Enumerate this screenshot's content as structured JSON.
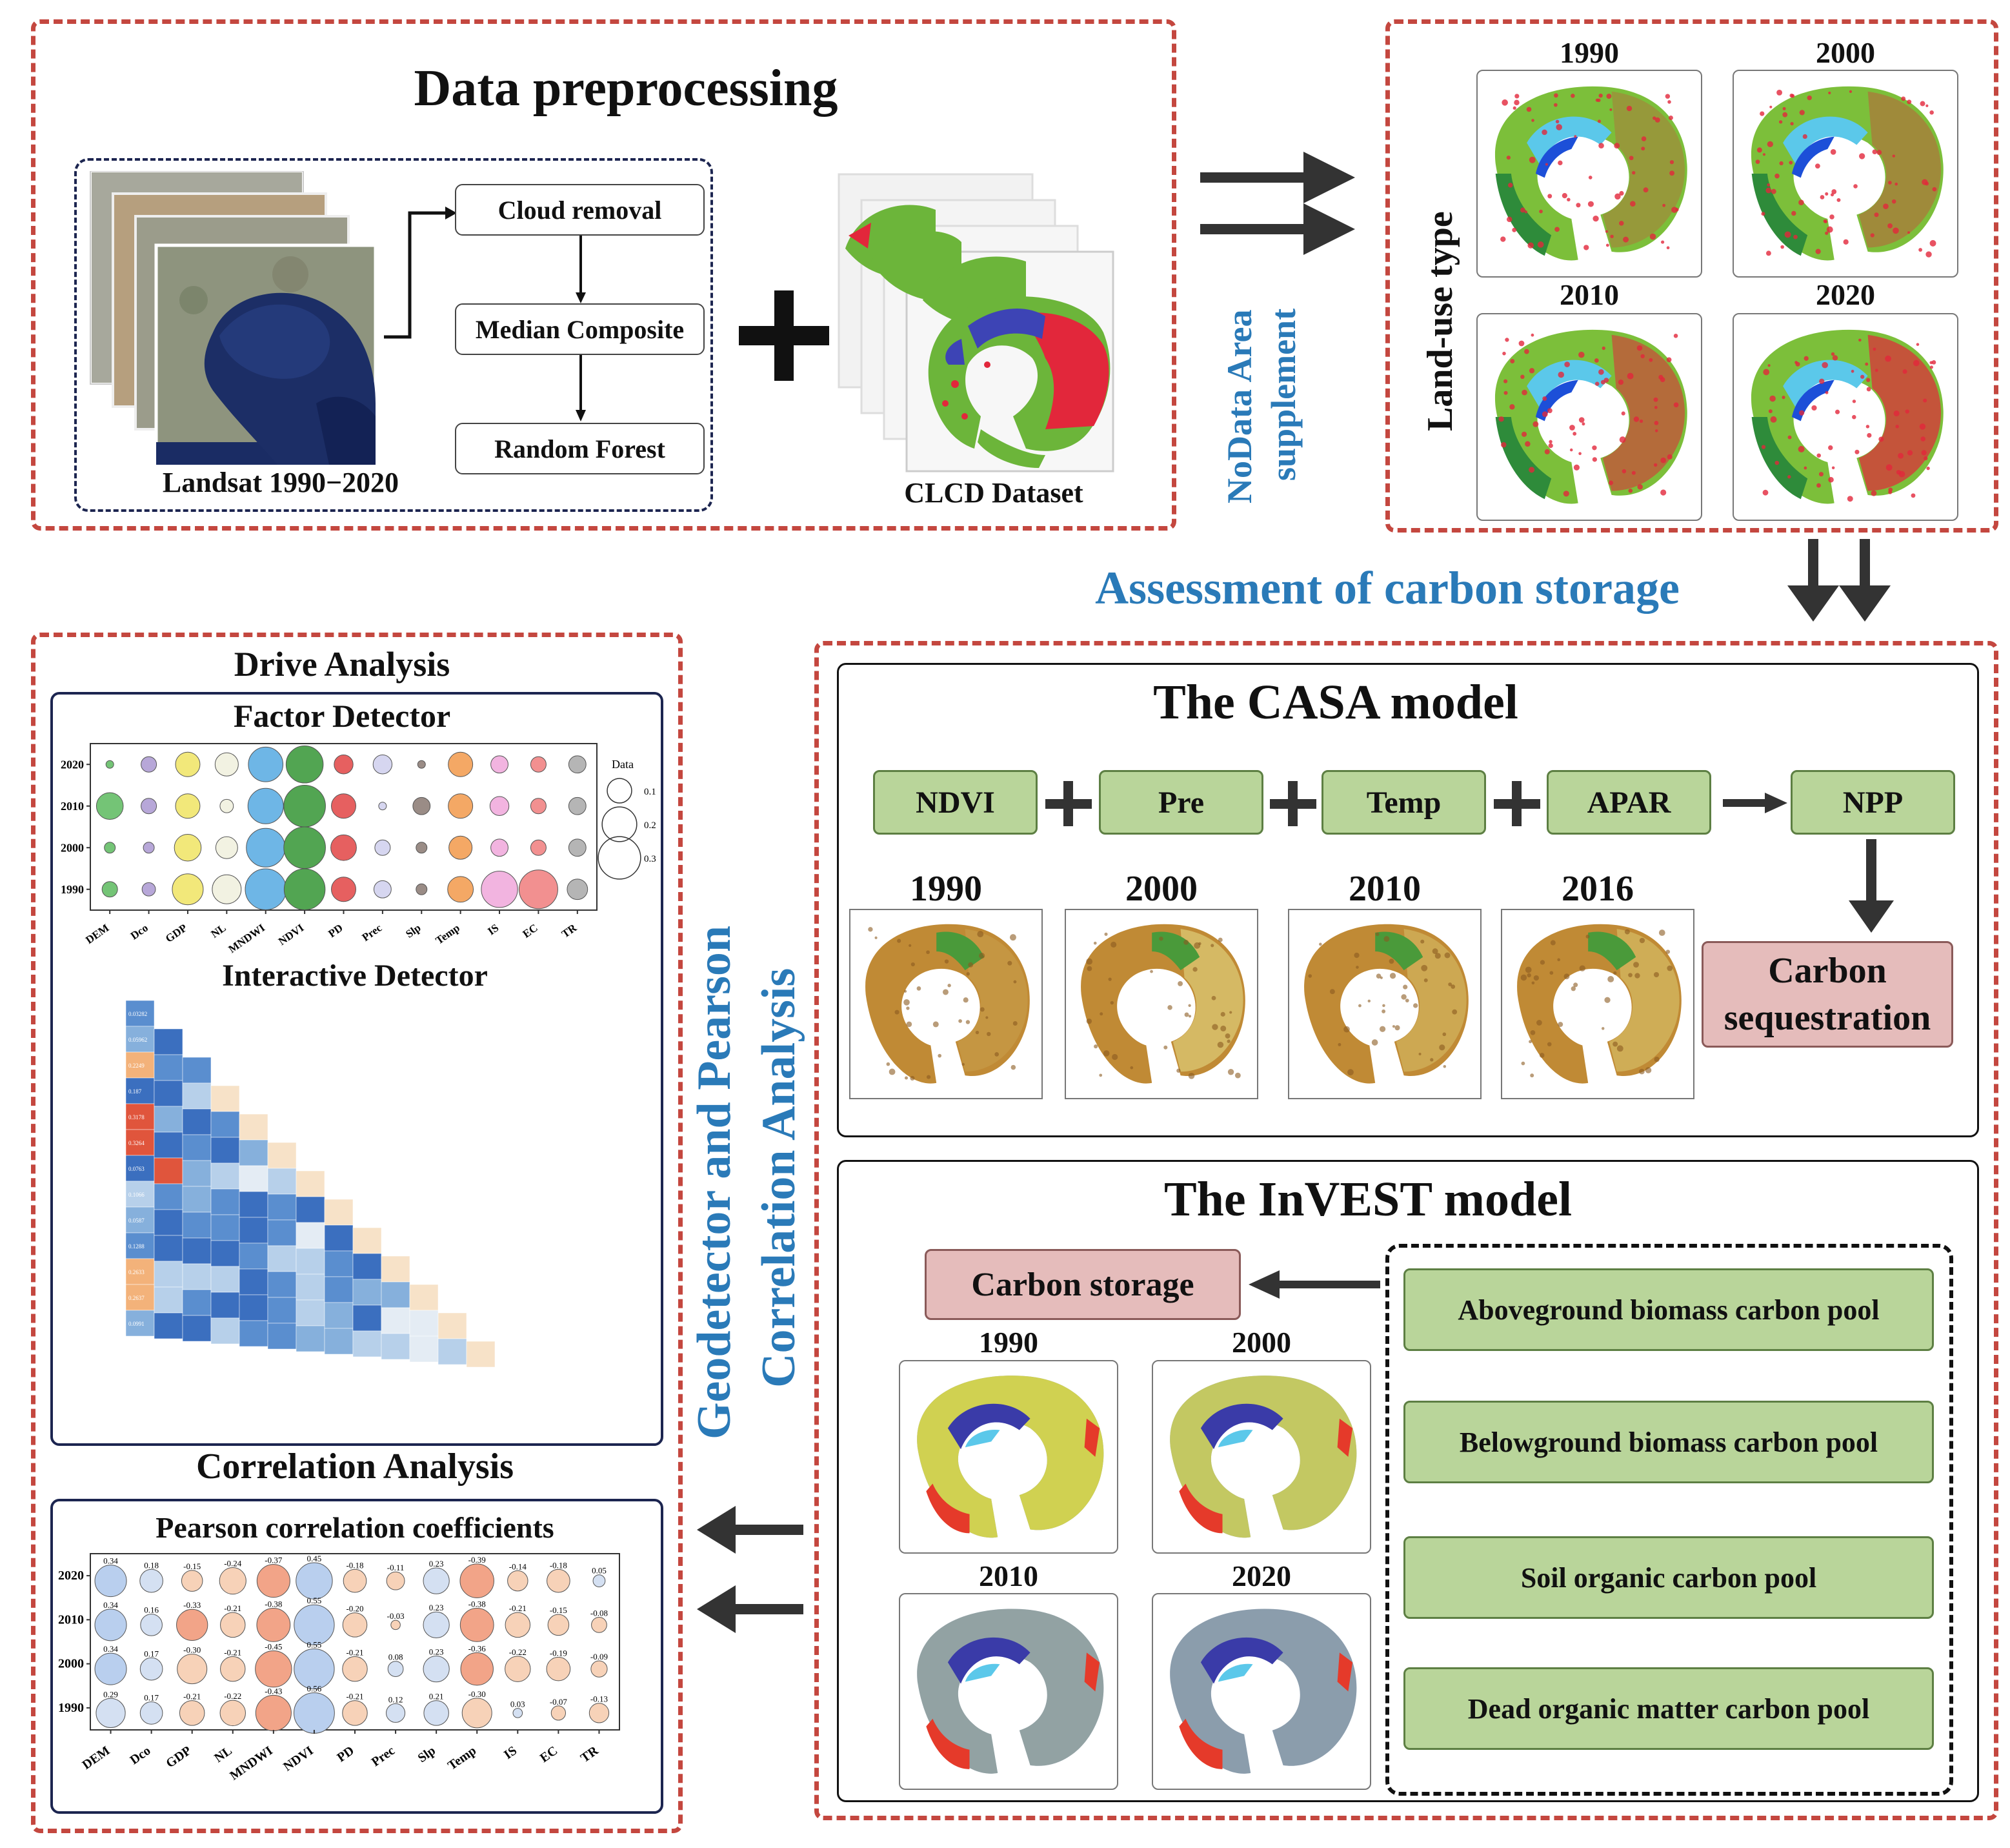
{
  "preprocessing": {
    "title": "Data preprocessing",
    "landsat_label": "Landsat 1990−2020",
    "steps": [
      "Cloud removal",
      "Median Composite",
      "Random Forest"
    ],
    "plus": "+",
    "clcd_label": "CLCD Dataset"
  },
  "nodata_label_line1": "NoData Area",
  "nodata_label_line2": "supplement",
  "landuse": {
    "axis_label": "Land-use type",
    "years": [
      "1990",
      "2000",
      "2010",
      "2020"
    ]
  },
  "assessment_label": "Assessment of carbon storage",
  "casa": {
    "title": "The CASA model",
    "inputs": [
      "NDVI",
      "Pre",
      "Temp",
      "APAR"
    ],
    "output": "NPP",
    "result_line1": "Carbon",
    "result_line2": "sequestration",
    "years": [
      "1990",
      "2000",
      "2010",
      "2016"
    ]
  },
  "invest": {
    "title": "The InVEST model",
    "storage_label": "Carbon storage",
    "pools": [
      "Aboveground biomass carbon pool",
      "Belowground biomass carbon pool",
      "Soil organic carbon pool",
      "Dead organic matter carbon pool"
    ],
    "years": [
      "1990",
      "2000",
      "2010",
      "2020"
    ]
  },
  "geo_label_line1": "Geodetector and Pearson",
  "geo_label_line2": "Correlation Analysis",
  "drive": {
    "title": "Drive Analysis",
    "factor_title": "Factor Detector",
    "legend_title": "Data",
    "legend_values": [
      "0.1",
      "0.2",
      "0.3"
    ],
    "interactive_title": "Interactive Detector",
    "interactive_first_cells": [
      "0.03282",
      "0.05962",
      "0.2249",
      "0.187",
      "0.3178",
      "0.3264",
      "0.0763",
      "0.1066",
      "0.0587",
      "0.1288",
      "0.2633",
      "0.2637",
      "0.0991"
    ]
  },
  "correlation": {
    "title": "Correlation Analysis",
    "pearson_title": "Pearson correlation coefficients"
  },
  "factors": [
    "DEM",
    "Dco",
    "GDP",
    "NL",
    "MNDWI",
    "NDVI",
    "PD",
    "Prec",
    "Slp",
    "Temp",
    "IS",
    "EC",
    "TR"
  ],
  "chart_data": [
    {
      "type": "scatter",
      "title": "Factor Detector",
      "categories": [
        "DEM",
        "Dco",
        "GDP",
        "NL",
        "MNDWI",
        "NDVI",
        "PD",
        "Prec",
        "Slp",
        "Temp",
        "IS",
        "EC",
        "TR"
      ],
      "rows": [
        "2020",
        "2010",
        "2000",
        "1990"
      ],
      "values": [
        [
          0.01,
          0.04,
          0.1,
          0.09,
          0.2,
          0.23,
          0.06,
          0.06,
          0.01,
          0.1,
          0.05,
          0.04,
          0.05
        ],
        [
          0.12,
          0.04,
          0.1,
          0.03,
          0.21,
          0.29,
          0.1,
          0.01,
          0.05,
          0.1,
          0.06,
          0.04,
          0.05
        ],
        [
          0.02,
          0.02,
          0.12,
          0.08,
          0.25,
          0.29,
          0.11,
          0.04,
          0.02,
          0.09,
          0.05,
          0.04,
          0.05
        ],
        [
          0.04,
          0.03,
          0.16,
          0.14,
          0.28,
          0.28,
          0.1,
          0.05,
          0.02,
          0.11,
          0.22,
          0.25,
          0.07
        ]
      ],
      "colors": [
        "#74c476",
        "#b7a7d8",
        "#f2e87a",
        "#f2f2e2",
        "#6eb6e6",
        "#52a552",
        "#e66060",
        "#d6d6f0",
        "#9a8c86",
        "#f4a865",
        "#f2b4e0",
        "#f29090",
        "#b5b5b5"
      ],
      "legend": "right"
    },
    {
      "type": "scatter",
      "title": "Pearson correlation coefficients",
      "categories": [
        "DEM",
        "Dco",
        "GDP",
        "NL",
        "MNDWI",
        "NDVI",
        "PD",
        "Prec",
        "Slp",
        "Temp",
        "IS",
        "EC",
        "TR"
      ],
      "rows": [
        "2020",
        "2010",
        "2000",
        "1990"
      ],
      "values": [
        [
          0.34,
          0.18,
          -0.15,
          -0.24,
          -0.37,
          0.45,
          -0.18,
          -0.11,
          0.23,
          -0.39,
          -0.14,
          -0.18,
          0.05
        ],
        [
          0.34,
          0.16,
          -0.33,
          -0.21,
          -0.38,
          0.55,
          -0.2,
          -0.03,
          0.23,
          -0.38,
          -0.21,
          -0.15,
          -0.08
        ],
        [
          0.34,
          0.17,
          -0.3,
          -0.21,
          -0.45,
          0.55,
          -0.21,
          0.08,
          0.23,
          -0.36,
          -0.22,
          -0.19,
          -0.09
        ],
        [
          0.29,
          0.17,
          -0.21,
          -0.22,
          -0.43,
          0.56,
          -0.21,
          0.12,
          0.21,
          -0.3,
          0.03,
          -0.07,
          -0.13
        ]
      ],
      "labels": [
        [
          "0.34",
          "0.18",
          "-0.15",
          "-0.24",
          "-0.37",
          "0.45",
          "-0.18",
          "-0.11",
          "0.23",
          "-0.39",
          "-0.14",
          "-0.18",
          "0.05"
        ],
        [
          "0.34",
          "0.16",
          "-0.33",
          "-0.21",
          "-0.38",
          "0.55",
          "-0.20",
          "-0.03",
          "0.23",
          "-0.38",
          "-0.21",
          "-0.15",
          "-0.08"
        ],
        [
          "0.34",
          "0.17",
          "-0.30",
          "-0.21",
          "-0.45",
          "0.55",
          "-0.21",
          "0.08",
          "0.23",
          "-0.36",
          "-0.22",
          "-0.19",
          "-0.09"
        ],
        [
          "0.29",
          "0.17",
          "-0.21",
          "-0.22",
          "-0.43",
          "0.56",
          "-0.21",
          "0.12",
          "0.21",
          "-0.30",
          "0.03",
          "-0.07",
          "-0.13"
        ]
      ]
    }
  ]
}
